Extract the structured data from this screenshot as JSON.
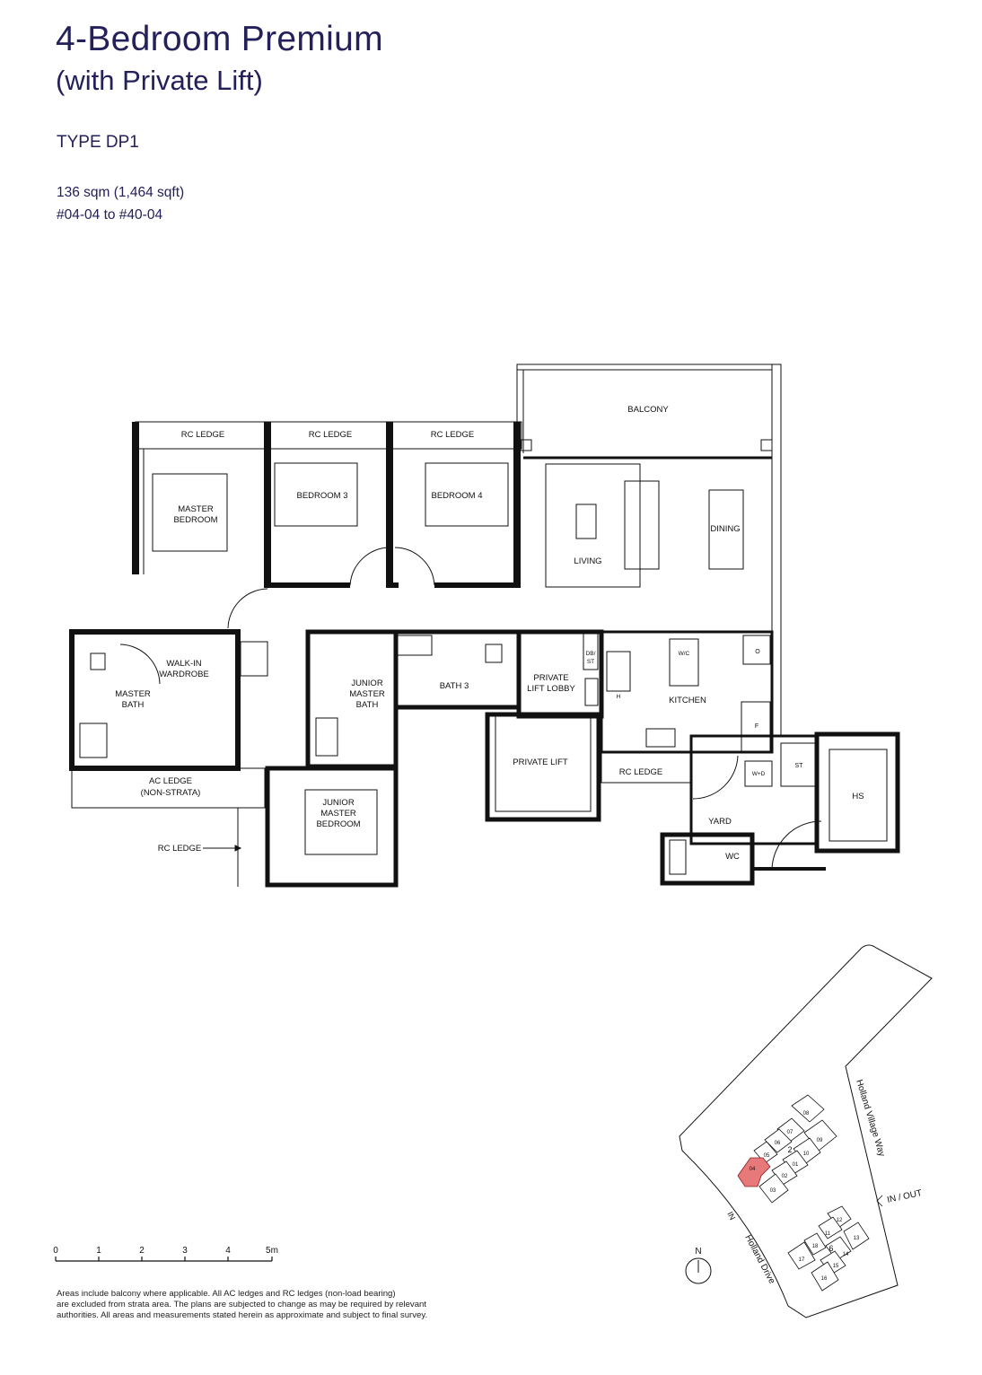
{
  "header": {
    "title": "4-Bedroom Premium",
    "subtitle": "(with Private Lift)",
    "type": "TYPE DP1",
    "area": "136 sqm (1,464 sqft)",
    "units": "#04-04 to #40-04"
  },
  "colors": {
    "text": "#23205a",
    "highlight_unit": "#e8797a"
  },
  "floorplan": {
    "rooms": {
      "balcony": "BALCONY",
      "rc_ledge_1": "RC LEDGE",
      "rc_ledge_2": "RC LEDGE",
      "rc_ledge_3": "RC LEDGE",
      "master_bedroom": [
        "MASTER",
        "BEDROOM"
      ],
      "bedroom3": "BEDROOM 3",
      "bedroom4": "BEDROOM 4",
      "living": "LIVING",
      "dining": "DINING",
      "walk_in_wardrobe": [
        "WALK-IN",
        "WARDROBE"
      ],
      "master_bath": [
        "MASTER",
        "BATH"
      ],
      "junior_master_bath": [
        "JUNIOR",
        "MASTER",
        "BATH"
      ],
      "bath3": "BATH 3",
      "private_lift_lobby": [
        "PRIVATE",
        "LIFT LOBBY"
      ],
      "db_st": [
        "DB/",
        "ST"
      ],
      "kitchen": "KITCHEN",
      "wc_fridge": "W/C",
      "oven": "O",
      "fridge": "F",
      "hob": "H",
      "ac_ledge": [
        "AC LEDGE",
        "(NON-STRATA)"
      ],
      "private_lift": "PRIVATE LIFT",
      "rc_ledge_kitchen": "RC LEDGE",
      "wd": "W+D",
      "st": "ST",
      "hs": "HS",
      "yard": "YARD",
      "wc": "WC",
      "junior_master_bedroom": [
        "JUNIOR",
        "MASTER",
        "BEDROOM"
      ],
      "rc_ledge_pointer": "RC LEDGE"
    }
  },
  "scale_bar": {
    "ticks": [
      "0",
      "1",
      "2",
      "3",
      "4",
      "5m"
    ]
  },
  "site_plan": {
    "roads": {
      "holland_village_way": "Holland Village Way",
      "holland_drive": "Holland Drive"
    },
    "entrances": {
      "in_out": "IN / OUT",
      "in": "IN"
    },
    "north": "N",
    "block_a": {
      "name": "2",
      "units": [
        "08",
        "07",
        "06",
        "05",
        "04",
        "09",
        "10",
        "01",
        "02",
        "03"
      ]
    },
    "block_b": {
      "name": "6",
      "units": [
        "12",
        "11",
        "13",
        "18",
        "14",
        "17",
        "15",
        "16"
      ]
    },
    "highlighted_unit": "04"
  },
  "disclaimer": [
    "Areas include balcony where applicable. All AC ledges and RC ledges (non-load bearing)",
    "are excluded from strata area. The plans are subjected to change as may be required by relevant",
    "authorities. All areas and measurements stated herein as approximate and subject to final survey."
  ]
}
